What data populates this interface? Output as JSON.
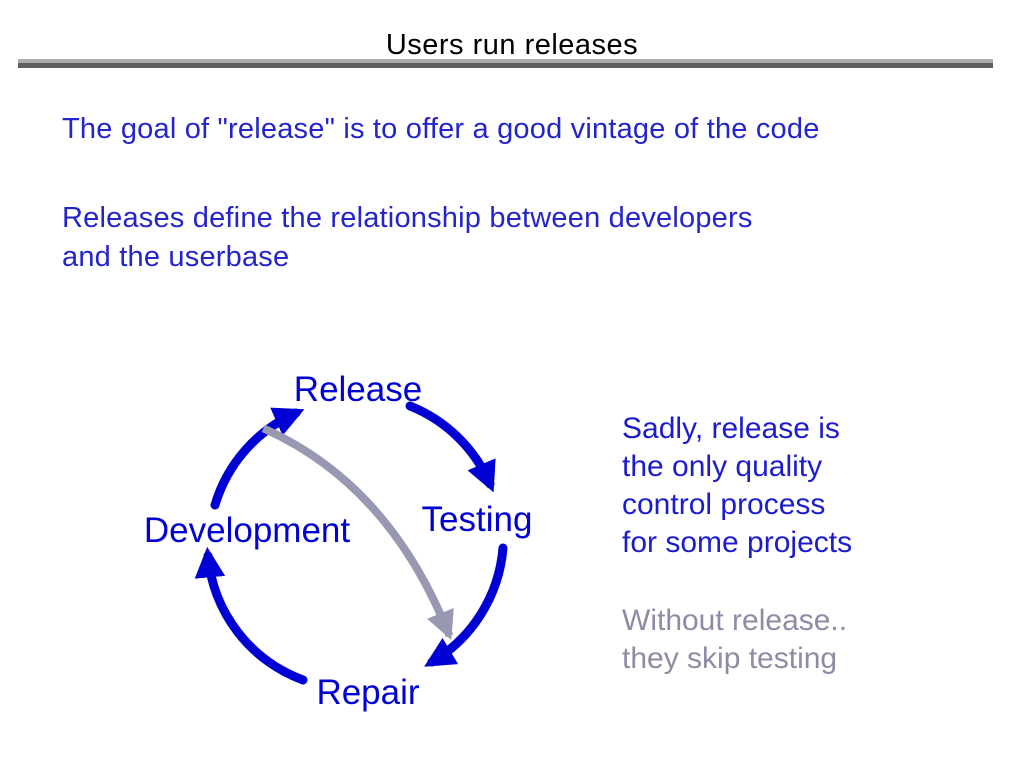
{
  "title": "Users run releases",
  "paragraphs": [
    {
      "lines": [
        "The goal of \"release\" is to offer a good vintage of the code"
      ]
    },
    {
      "lines": [
        "Releases define the relationship between developers",
        "and the userbase"
      ]
    }
  ],
  "diagram": {
    "nodes": [
      {
        "label": "Release"
      },
      {
        "label": "Testing"
      },
      {
        "label": "Repair"
      },
      {
        "label": "Development"
      }
    ],
    "edges": [
      {
        "from": "Development",
        "to": "Release",
        "style": "cycle"
      },
      {
        "from": "Release",
        "to": "Testing",
        "style": "cycle"
      },
      {
        "from": "Testing",
        "to": "Repair",
        "style": "cycle"
      },
      {
        "from": "Repair",
        "to": "Development",
        "style": "cycle"
      },
      {
        "from": "Release",
        "to": "Repair",
        "style": "shortcut-skip-testing"
      }
    ]
  },
  "notes": {
    "blue": {
      "lines": [
        "Sadly, release is",
        "the only quality",
        "control process",
        "for some projects"
      ]
    },
    "gray": {
      "lines": [
        "Without release..",
        "they skip testing"
      ]
    }
  },
  "colors": {
    "cycle_blue": "#0000d4",
    "shortcut_gray": "#9898b2",
    "body_blue": "#2424cc",
    "note_blue": "#1c1cce",
    "note_gray": "#8c8ca6",
    "rule_light": "#acacac",
    "rule_dark": "#5e5e5e",
    "title_black": "#000000"
  }
}
